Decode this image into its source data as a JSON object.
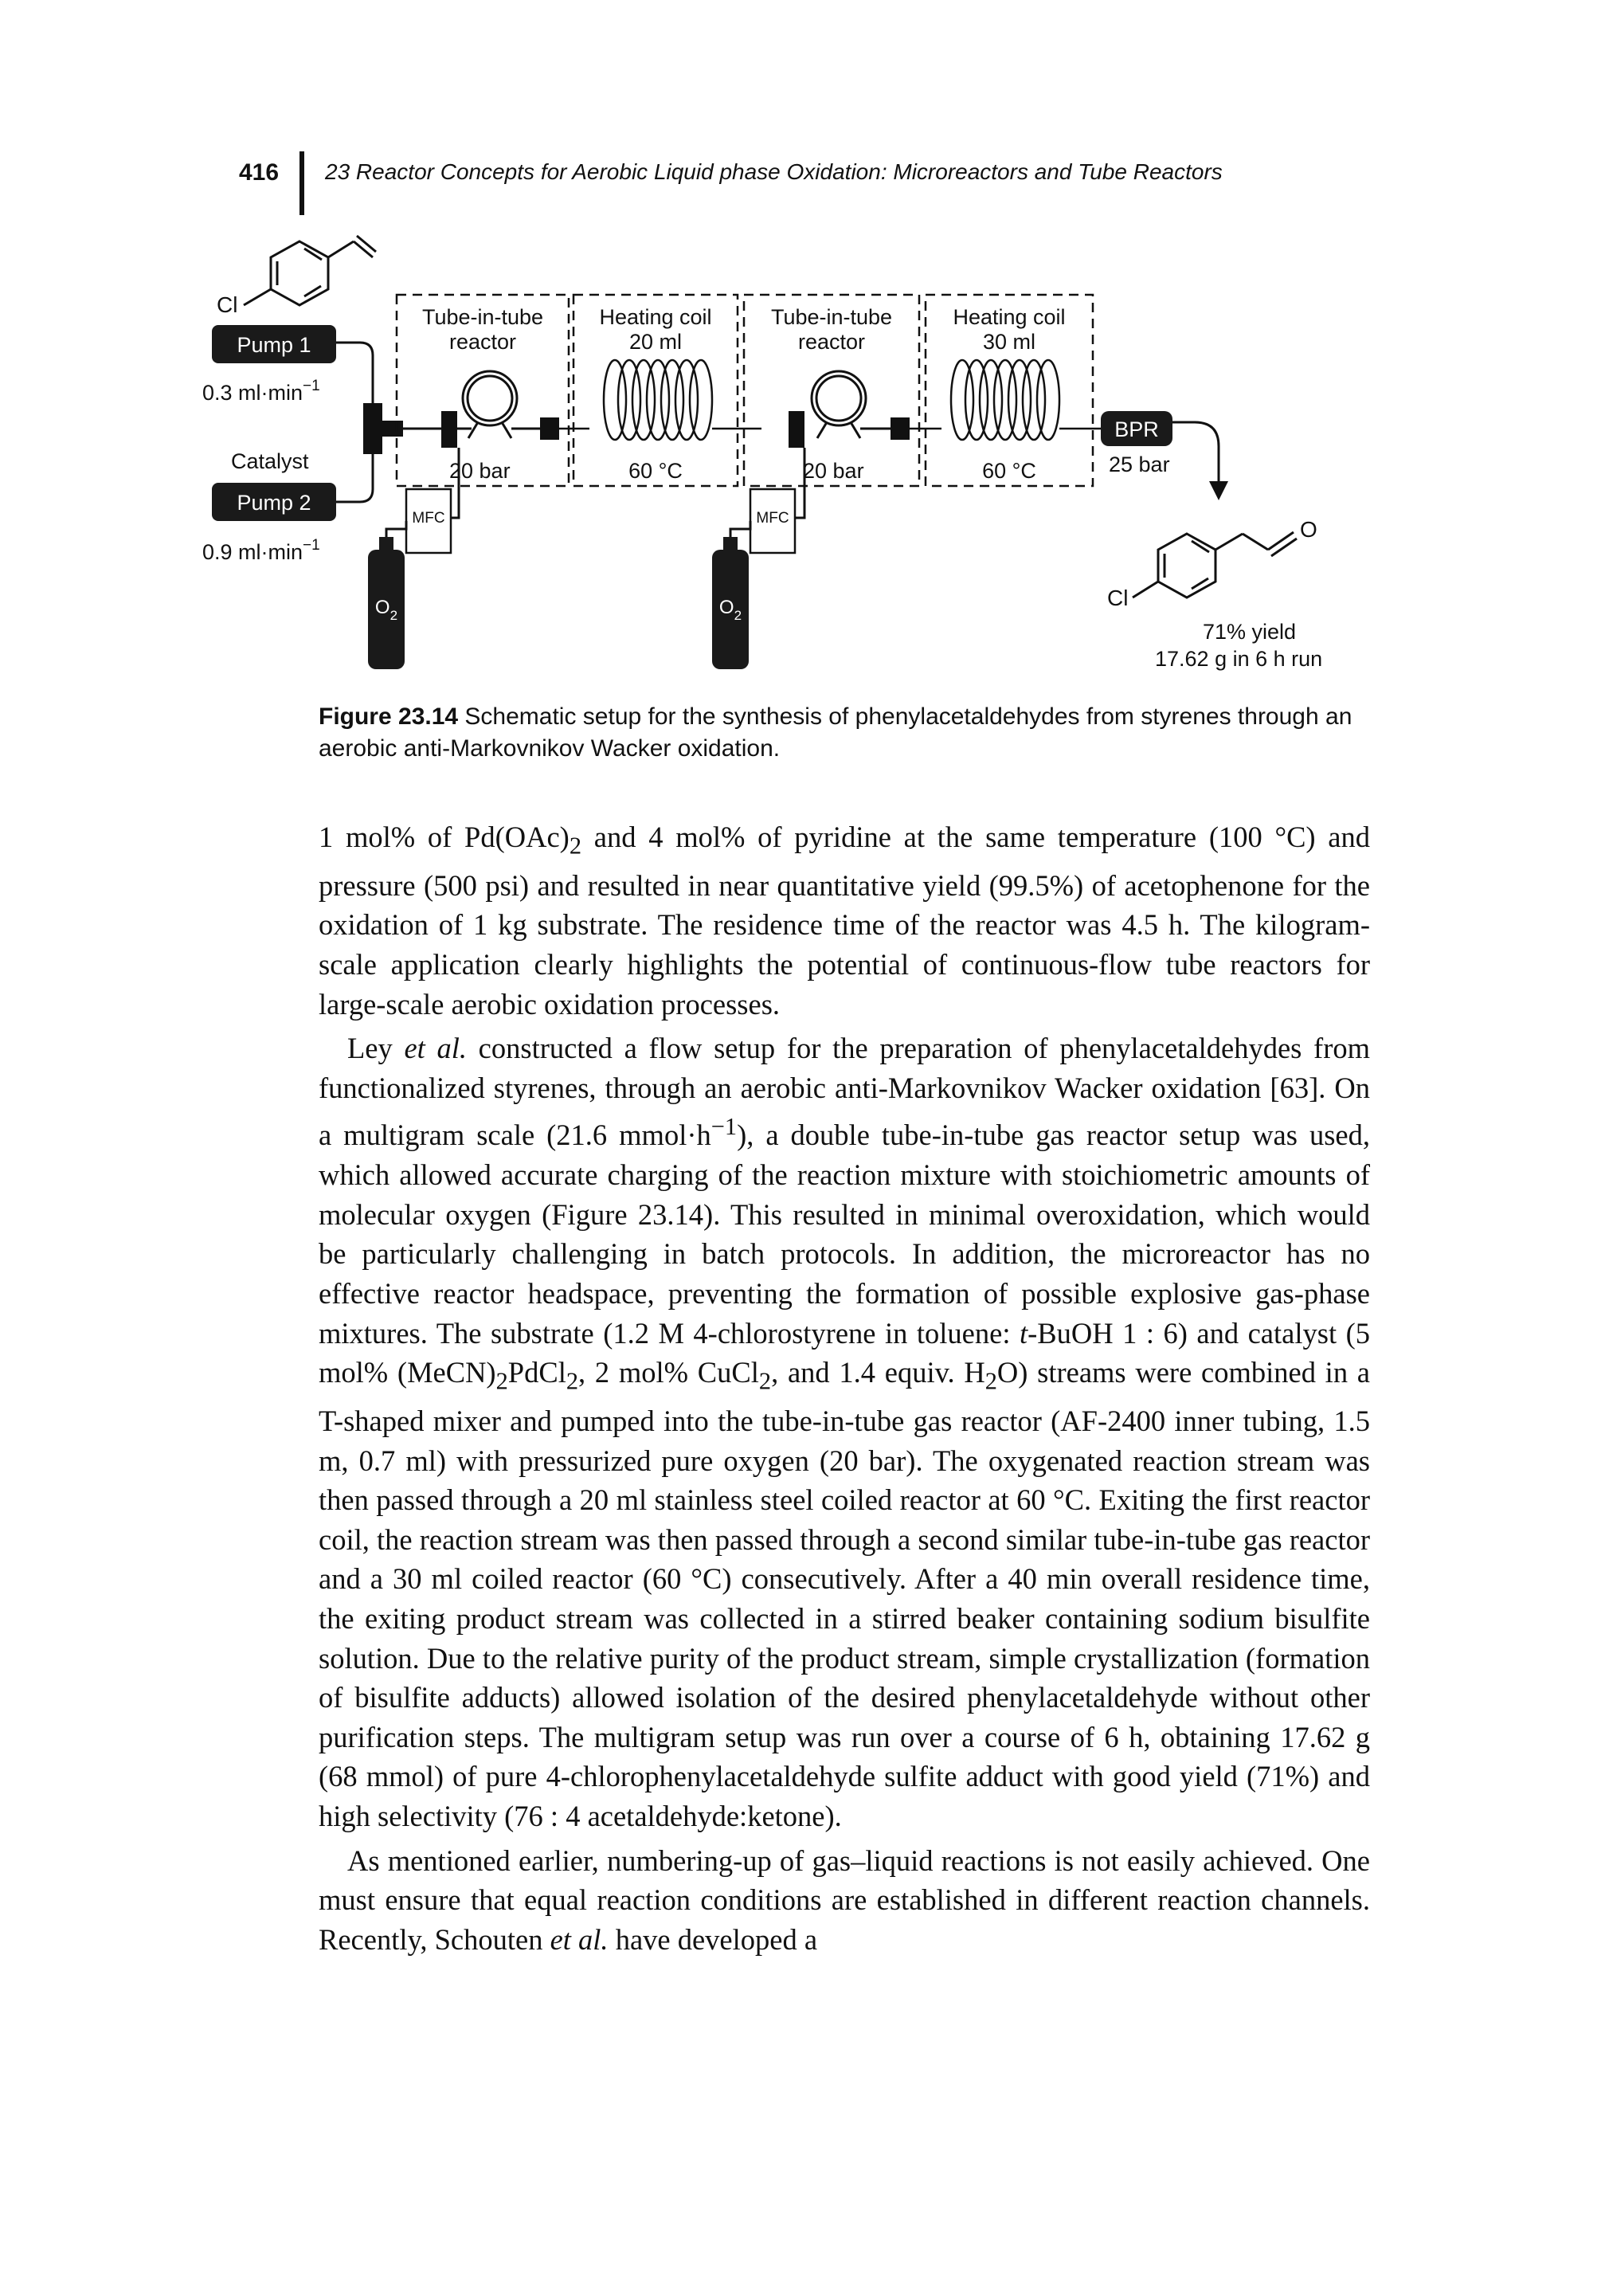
{
  "header": {
    "page_number": "416",
    "chapter_title": "23  Reactor Concepts for Aerobic Liquid phase Oxidation: Microreactors and Tube Reactors"
  },
  "figure": {
    "labels": {
      "cl_top": "Cl",
      "pump1": "Pump 1",
      "flow1_value": "0.3 ml·min",
      "flow1_exp": "−1",
      "catalyst": "Catalyst",
      "pump2": "Pump 2",
      "flow2_value": "0.9 ml·min",
      "flow2_exp": "−1",
      "tube1_line1": "Tube-in-tube",
      "tube1_line2": "reactor",
      "tube1_pressure": "20 bar",
      "coil1_line1": "Heating coil",
      "coil1_line2": "20 ml",
      "coil1_temp": "60 °C",
      "tube2_line1": "Tube-in-tube",
      "tube2_line2": "reactor",
      "tube2_pressure": "20 bar",
      "coil2_line1": "Heating coil",
      "coil2_line2": "30 ml",
      "coil2_temp": "60 °C",
      "bpr": "BPR",
      "bpr_pressure": "25 bar",
      "mfc1": "MFC",
      "mfc2": "MFC",
      "o2_main": "O",
      "o2_sub": "2",
      "product_cl": "Cl",
      "product_o": "O",
      "yield": "71% yield",
      "run": "17.62 g in 6 h run"
    }
  },
  "caption": {
    "label": "Figure 23.14",
    "text": "Schematic setup for the synthesis of phenylacetaldehydes from styrenes through an aerobic anti-Markovnikov Wacker oxidation."
  },
  "body": {
    "p1": [
      "1 mol% of Pd(OAc)",
      "2",
      " and 4 mol% of pyridine at the same temperature (100 °C) and pressure (500 psi) and resulted in near quantitative yield (99.5%) of acetophenone for the oxidation of 1 kg substrate. The residence time of the reactor was 4.5 h. The kilogram-scale application clearly highlights the potential of continuous-flow tube reactors for large-scale aerobic oxidation processes."
    ],
    "p2": [
      "Ley ",
      "et al.",
      " constructed a flow setup for the preparation of phenylacetaldehydes from functionalized styrenes, through an aerobic anti-Markovnikov Wacker oxidation [63]. On a multigram scale (21.6 mmol·h",
      "−1",
      "), a double tube-in-tube gas reactor setup was used, which allowed accurate charging of the reaction mixture with stoichiometric amounts of molecular oxygen (Figure 23.14). This resulted in minimal overoxidation, which would be particularly challenging in batch protocols. In addition, the microreactor has no effective reactor headspace, preventing the formation of possible explosive gas-phase mixtures. The substrate (1.2 M 4-chlorostyrene in toluene: ",
      "t",
      "-BuOH 1 : 6) and catalyst (5 mol% (MeCN)",
      "2",
      "PdCl",
      "2",
      ", 2 mol% CuCl",
      "2",
      ", and 1.4 equiv. H",
      "2",
      "O) streams were combined in a T-shaped mixer and pumped into the tube-in-tube gas reactor (AF-2400 inner tubing, 1.5 m, 0.7 ml) with pressurized pure oxygen (20 bar). The oxygenated reaction stream was then passed through a 20 ml stainless steel coiled reactor at 60 °C. Exiting the first reactor coil, the reaction stream was then passed through a second similar tube-in-tube gas reactor and a 30 ml coiled reactor (60 °C) consecutively. After a 40 min overall residence time, the exiting product stream was collected in a stirred beaker containing sodium bisulfite solution. Due to the relative purity of the product stream, simple crystallization (formation of bisulfite adducts) allowed isolation of the desired phenylacetaldehyde without other purification steps. The multigram setup was run over a course of 6 h, obtaining 17.62 g (68 mmol) of pure 4-chlorophenylacetaldehyde sulfite adduct with good yield (71%) and high selectivity (76 : 4 acetaldehyde:ketone)."
    ],
    "p3": [
      "As mentioned earlier, numbering-up of gas–liquid reactions is not easily achieved. One must ensure that equal reaction conditions are established in different reaction channels. Recently, Schouten ",
      "et al.",
      " have developed a"
    ]
  }
}
